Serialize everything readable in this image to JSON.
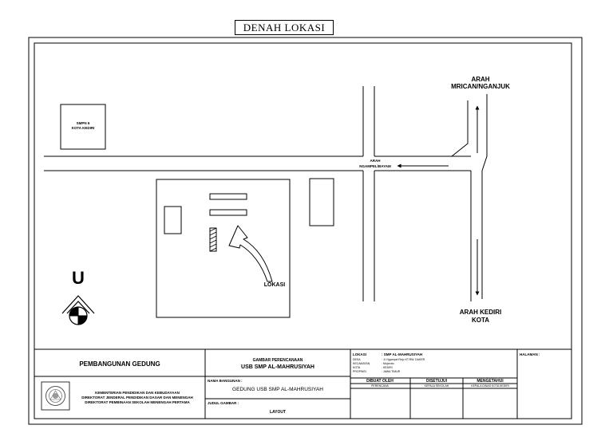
{
  "header": {
    "title": "DENAH LOKASI"
  },
  "map": {
    "smpn6_line1": "SMPN 6",
    "smpn6_line2": "KOTA KEDIRI",
    "arah_mrican_line1": "ARAH",
    "arah_mrican_line2": "MRICAN/NGANJUK",
    "arah_ngampel_line1": "ARAH",
    "arah_ngampel_line2": "NGAMPEL/BAYAM",
    "arah_kediri_line1": "ARAH KEDIRI",
    "arah_kediri_line2": "KOTA",
    "lokasi_label": "LOKASI",
    "north_letter": "U"
  },
  "titleblock": {
    "project_label": "PEMBANGUNAN GEDUNG",
    "drawing_line1": "GAMBAR PERENCANAAN",
    "drawing_line2": "USB SMP AL-MAHRUSIYAH",
    "ministry_line1": "KEMENTERIAN PENDIDIKAN DAN KEBUDAYAAN",
    "ministry_line2": "DIREKTORAT JENDERAL PENDIDIKAN DASAR DAN MENENGAH",
    "ministry_line3": "DIREKTORAT PEMBINAAN SEKOLAH MENENGAH PERTAMA",
    "nama_bangunan_label": "NAMA BANGUNAN :",
    "nama_bangunan_value": "GEDUNG USB SMP AL-MAHRUSIYAH",
    "judul_gambar_label": "JUDUL GAMBAR :",
    "judul_gambar_value": "LAYOUT",
    "lokasi_key": "LOKASI",
    "lokasi_value": ": SMP AL-MAHRUSIYAH",
    "desa_key": "DESA",
    "desa_value": ": Jl. Ngampel Rejo KT.RW. DAKER",
    "kecamatan_key": "KECAMATAN",
    "kecamatan_value": ": Mojoroto",
    "kota_key": "KOTA",
    "kota_value": ": KEDIRI",
    "propinsi_key": "PROPINSI",
    "propinsi_value": ": JAWA TIMUR",
    "halaman_label": "HALAMAN :",
    "dibuat_oleh": "DIBUAT OLEH",
    "disetujui": "DISETUJUI",
    "mengetahui": "MENGETAHUI",
    "dibuat_sub": "PERENCANA",
    "disetujui_sub": "KEPALA SEKOLAH",
    "mengetahui_sub": "KEPALA DINAS KOTA KEDIRI"
  }
}
